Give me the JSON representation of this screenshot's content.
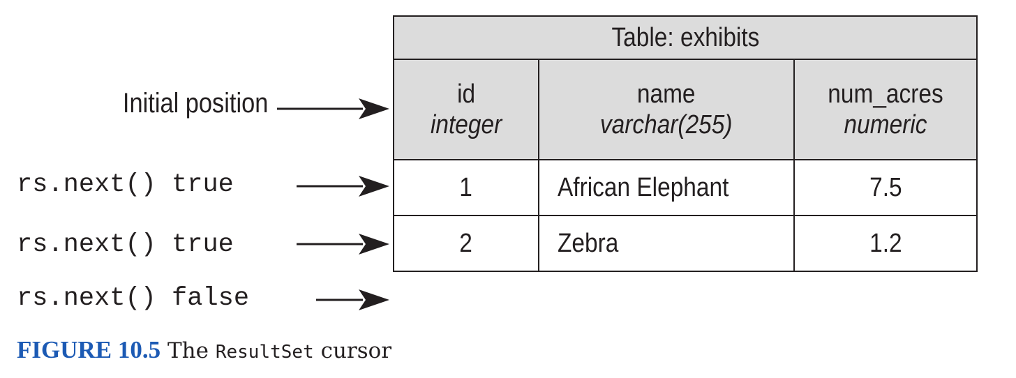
{
  "labels": {
    "initial": "Initial position",
    "next1": "rs.next() true",
    "next2": "rs.next() true",
    "next3": "rs.next() false"
  },
  "table": {
    "title": "Table: exhibits",
    "columns": [
      {
        "name": "id",
        "type": "integer"
      },
      {
        "name": "name",
        "type": "varchar(255)"
      },
      {
        "name": "num_acres",
        "type": "numeric"
      }
    ],
    "rows": [
      [
        "1",
        "African Elephant",
        "7.5"
      ],
      [
        "2",
        "Zebra",
        "1.2"
      ]
    ]
  },
  "caption": {
    "figure": "FIGURE 10.5",
    "text_before": "The",
    "code": "ResultSet",
    "text_after": "cursor"
  },
  "colors": {
    "header_fill": "#dcdcdc",
    "line": "#231f20",
    "caption_accent": "#1c5ab4"
  }
}
